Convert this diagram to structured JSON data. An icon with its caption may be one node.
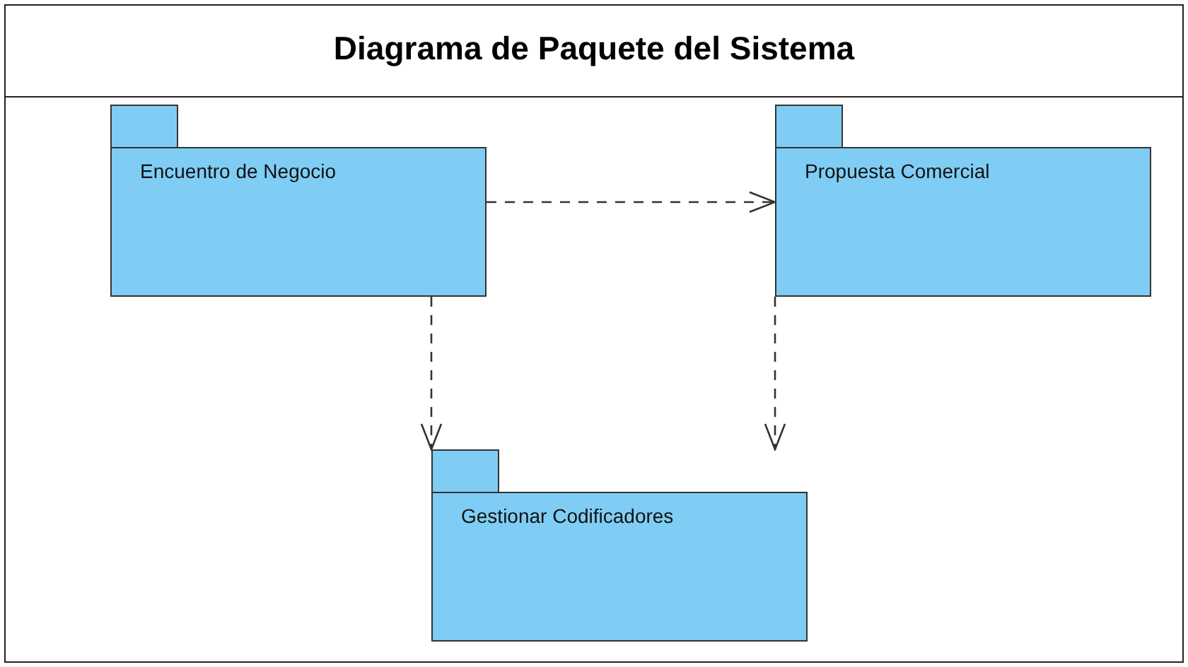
{
  "diagram": {
    "title": "Diagrama de Paquete del Sistema",
    "nodes": [
      {
        "text": [
          "Encuentro de Negocio"
        ]
      },
      {
        "text": [
          "Propuesta Comercial"
        ]
      },
      {
        "text": [
          "Gestionar Codificadores"
        ]
      }
    ],
    "edges": [
      {
        "from": 0,
        "to": 1,
        "arrow": "to",
        "style": "dashed"
      },
      {
        "from": 0,
        "to": 2,
        "arrow": "to",
        "style": "dashed"
      },
      {
        "from": 1,
        "to": 2,
        "arrow": "to",
        "style": "dashed"
      }
    ]
  }
}
